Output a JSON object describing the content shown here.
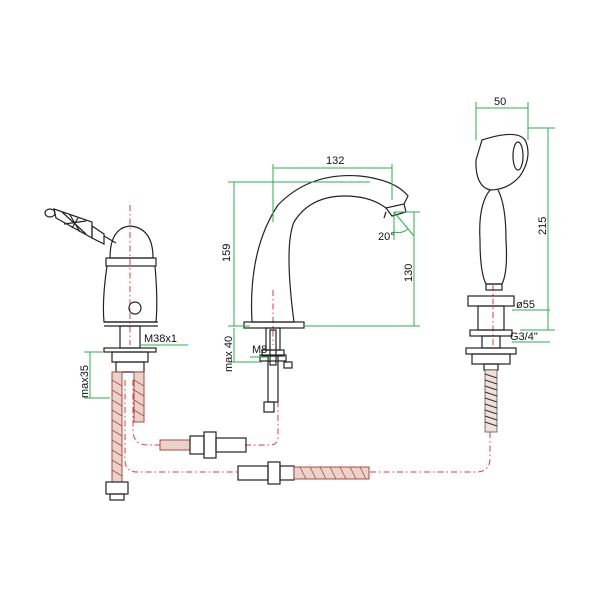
{
  "title": "",
  "dimensions": {
    "shower_width": "50",
    "shower_height": "215",
    "shower_thread": "G3/4\"",
    "shower_base_dia": "ø55",
    "spout_length": "132",
    "spout_height": "159",
    "spout_reach_height": "130",
    "spout_angle": "20°",
    "spout_max": "max 40",
    "spout_thread": "M8",
    "valve_thread": "M38x1",
    "valve_max": "max35"
  },
  "colors": {
    "dimension_lines": "#2bb04a",
    "hose_centerlines": "#e23a3a",
    "hose_braid": "#b04a3a",
    "outline": "#222222"
  }
}
